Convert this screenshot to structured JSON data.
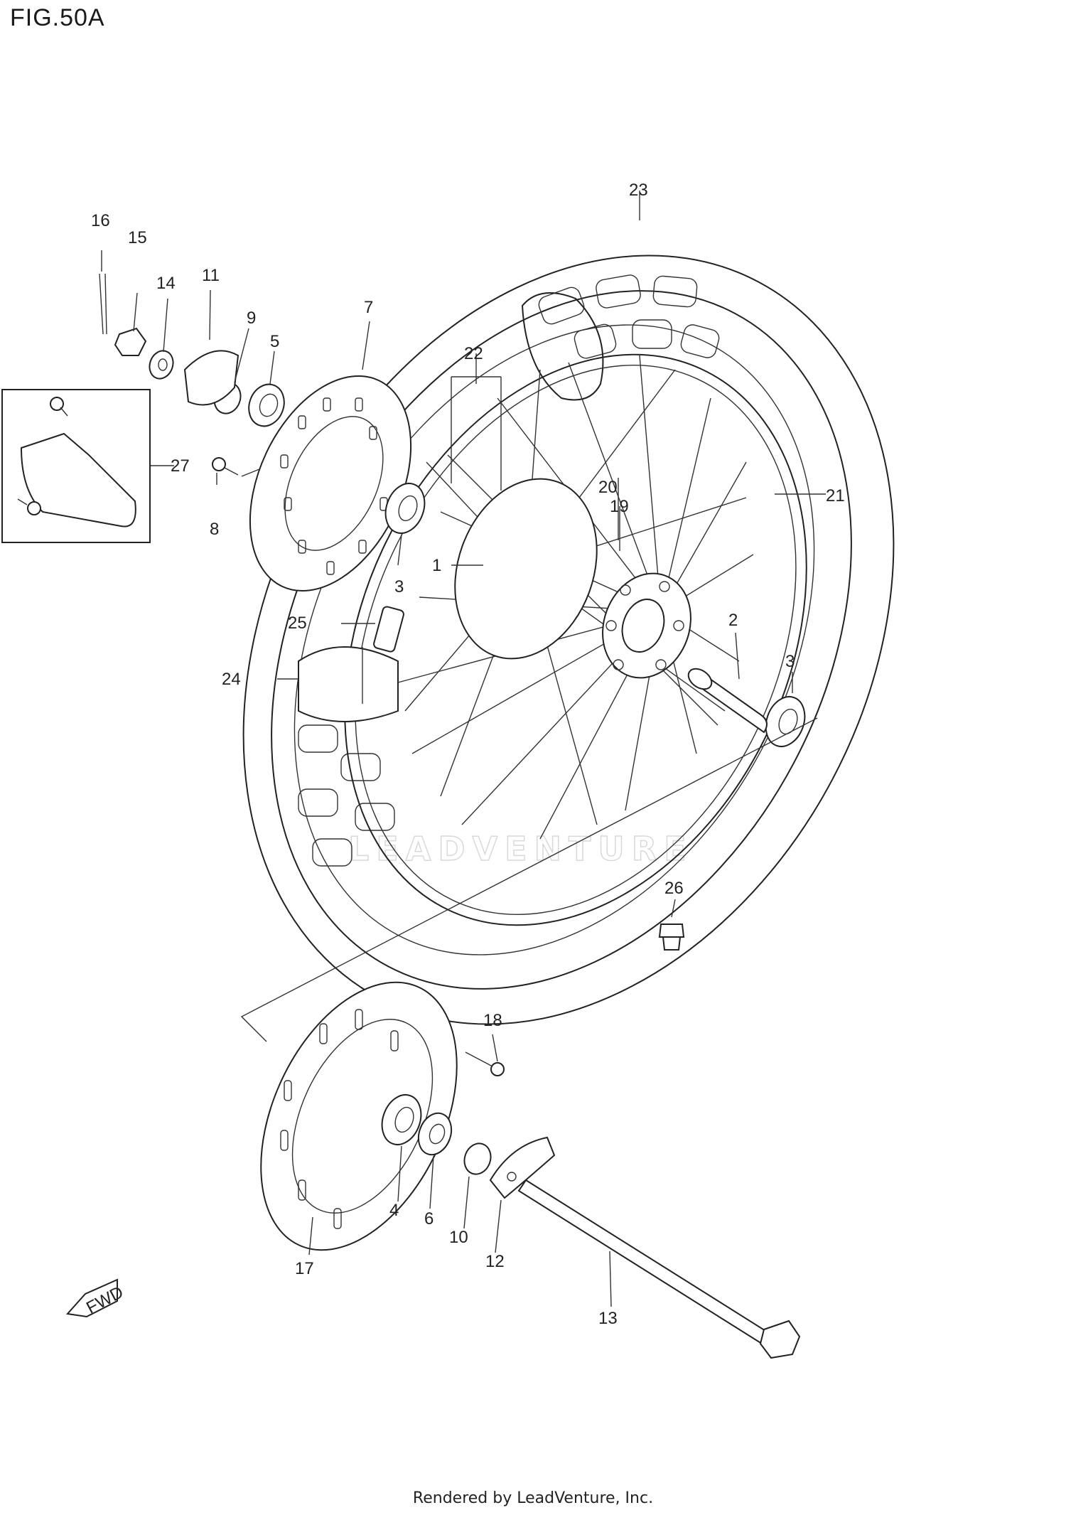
{
  "figure": {
    "title": "FIG.50A"
  },
  "watermark": {
    "text": "LEADVENTURE"
  },
  "fwd_badge": {
    "label": "FWD"
  },
  "footer": {
    "text": "Rendered by LeadVenture, Inc."
  },
  "callouts": [
    {
      "id": "c1",
      "label": "1"
    },
    {
      "id": "c2",
      "label": "2"
    },
    {
      "id": "c3a",
      "label": "3"
    },
    {
      "id": "c3b",
      "label": "3"
    },
    {
      "id": "c4",
      "label": "4"
    },
    {
      "id": "c5",
      "label": "5"
    },
    {
      "id": "c6",
      "label": "6"
    },
    {
      "id": "c7",
      "label": "7"
    },
    {
      "id": "c8",
      "label": "8"
    },
    {
      "id": "c9",
      "label": "9"
    },
    {
      "id": "c10",
      "label": "10"
    },
    {
      "id": "c11",
      "label": "11"
    },
    {
      "id": "c12",
      "label": "12"
    },
    {
      "id": "c13",
      "label": "13"
    },
    {
      "id": "c14",
      "label": "14"
    },
    {
      "id": "c15",
      "label": "15"
    },
    {
      "id": "c16",
      "label": "16"
    },
    {
      "id": "c17",
      "label": "17"
    },
    {
      "id": "c18",
      "label": "18"
    },
    {
      "id": "c19",
      "label": "19"
    },
    {
      "id": "c20",
      "label": "20"
    },
    {
      "id": "c21",
      "label": "21"
    },
    {
      "id": "c22",
      "label": "22"
    },
    {
      "id": "c23",
      "label": "23"
    },
    {
      "id": "c24",
      "label": "24"
    },
    {
      "id": "c25",
      "label": "25"
    },
    {
      "id": "c26",
      "label": "26"
    },
    {
      "id": "c27",
      "label": "27"
    }
  ]
}
